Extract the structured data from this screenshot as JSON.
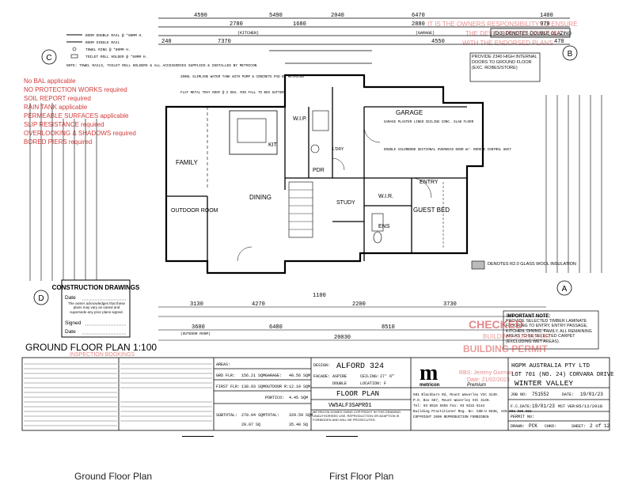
{
  "plan": {
    "title": "GROUND FLOOR PLAN 1:100",
    "inspection_booking": "INSPECTION BOOKINGS",
    "top_dims_row1": [
      "4590",
      "5490",
      "2040",
      "6470",
      "1400"
    ],
    "top_dims_row2": [
      "240",
      "2780",
      "1680",
      "2880",
      "970"
    ],
    "top_dims_row3": [
      "7370",
      "(KITCHEN)",
      "(GARAGE)",
      "4550",
      "470"
    ],
    "bottom_dims": [
      "3130",
      "4270",
      "1100",
      "2200",
      "3730"
    ],
    "bottom_total": "20030",
    "bottom_sub": [
      "3600",
      "6480",
      "8510"
    ],
    "outdoor_room": "(OUTDOOR ROOM)"
  },
  "rooms": {
    "family": "FAMILY",
    "dining": "DINING",
    "kitchen": "KIT.",
    "wip": "W.I.P.",
    "pdr": "PDR",
    "garage": "GARAGE",
    "entry": "ENTRY",
    "study": "STUDY",
    "wir": "W.I.R.",
    "guest_bed": "GUEST BED",
    "ens": "ENS",
    "outdoor": "OUTDOOR ROOM",
    "laundry": "L'DRY"
  },
  "notes": {
    "garage_note": "GARAGE PLASTER LINED CEILING CONC. SLAB FLOOR",
    "door_note": "DOUBLE COLORBOND SECTIONAL OVERHEAD DOOR W/- REMOTE CONTROL UNIT",
    "flat_roof": "FLAT METAL TRAY ROOF @ 2 DEG. MIN FALL TO BOX GUTTER",
    "tank_note": "2000L SLIMLINE WATER TANK WITH PUMP & CONCRETE PAD BY METRICON",
    "towel_legend": [
      "BOOM DOUBLE RAIL @ *00MM H.",
      "BOOM SINGLE RAIL",
      "TOWEL RING @ *00MM H.",
      "TOILET ROLL HOLDER @ *50MM H."
    ],
    "metricon_note": "NOTE: TOWEL RAILS, TOILET ROLL HOLDERS & ALL ACCESSORIES SUPPLIED & INSTALLED BY METRICON",
    "store_note": "PROVIDE 2340 HIGH INTERNAL DOORS TO GROUND FLOOR (EXC. ROBES/STORE)",
    "glazing": "(DG) DENOTES DOUBLE GLAZING",
    "insulation": "DENOTES R2.0 GLASS WOOL INSULATION",
    "important_title": "IMPORTANT NOTE:",
    "important_body": "PROVIDE SELECTED TIMBER LAMINATE FLOORING TO ENTRY, ENTRY PASSAGE, KITCHEN, DINING, FAMILY, ALL REMAINING AREAS TO BE SELECTED CARPET (EXCLUDING WET AREAS)."
  },
  "stamp": {
    "title": "CONSTRUCTION DRAWINGS",
    "date_label": "Date",
    "body": "The owner acknowledges that these plans may vary as varied and supersede any prior plans signed.",
    "signed_label": "Signed",
    "date2_label": "Date"
  },
  "markers": [
    "A",
    "B",
    "C",
    "D"
  ],
  "areas": {
    "header": "AREAS:",
    "rows": [
      {
        "label": "GRD FLR:",
        "v1": "156.21 SQM",
        "label2": "GARAGE:",
        "v2": "40.56 SQM"
      },
      {
        "label": "FIRST FLR:",
        "v1": "138.93 SQM",
        "label2": "OUTDOOR R:",
        "v2": "12.10 SQM"
      },
      {
        "label": "",
        "v1": "",
        "label2": "PORTICO:",
        "v2": "4.45 SQM"
      },
      {
        "label": "SUBTOTAL:",
        "v1": "270.04 SQM",
        "label2": "TOTAL:",
        "v2": "329.59 SQM"
      }
    ],
    "squares": [
      "29.07 SQ",
      "35.48 SQ"
    ]
  },
  "design": {
    "design_label": "DESIGN:",
    "design": "ALFORD 324",
    "facade_label": "FACADE:",
    "facade": "ASPIRE",
    "ceiling_label": "CEILING:",
    "ceiling": "27' 6\"",
    "façade_grade": "DOUBLE",
    "location_label": "LOCATION:",
    "location": "F",
    "sheet_name": "FLOOR PLAN",
    "drawing_no": "VW5ALF3SAPRD1",
    "copyright": "METRICON HOMES OWNS COPYRIGHT IN THIS DRAWING. UNAUTHORISED USE, REPRODUCTION OR ADAPTION IS FORBIDDEN AND WILL BE PROSECUTED."
  },
  "brand": {
    "name": "metricon",
    "tier": "Premium",
    "address1": "501 Blackburn Rd, Mount Waverley VIC 3149.",
    "address2": "P.O. Box 667, Mount Waverley VIC 3149.",
    "phone": "Tel: 03 9816 5555 Fax: 03 9222 6144",
    "builder": "Building Practitioner Reg. No: CDB-U 6838, ACN 006 906 992",
    "copyright": "COPYRIGHT 2009 REPRODUCTION FORBIDDEN"
  },
  "client": {
    "name": "HGPM AUSTRALIA PTY LTD",
    "lot": "LOT 701 (NO. 24) CORVARA DRIVE",
    "estate": "WINTER VALLEY",
    "job_label": "JOB NO:",
    "job_no": "751552",
    "date_label": "DATE:",
    "date": "19/01/23",
    "fc_label": "F.C.DATE:",
    "fc_date": "19/01/23",
    "mst_label": "MST VER:",
    "mst_ver": "05/12/2018",
    "permit_label": "PERMIT No:",
    "drawn_label": "DRAWN:",
    "drawn": "PCK",
    "chkd_label": "CHKD:",
    "chkd": "",
    "sheet_label": "SHEET:",
    "sheet": "2 of 12"
  },
  "watermark": {
    "lines": [
      "No BAL applicable",
      "NO PROTECTION WORKS required",
      "SOIL REPORT required",
      "RAIN TANK applicable",
      "PERMEABLE SURFACES applicable",
      "SLIP RESISTANCE required",
      "OVERLOOKING & SHADOWS required",
      "BORED PIERS required"
    ],
    "top_right": [
      "IT IS THE OWNERS RESPONSIBILITY TO ENSURE",
      "THE DEVELOPMENT COMPLIES",
      "WITH THE ENDORSED PLANS"
    ],
    "checked": "CHECKED",
    "surveyor": "BUILDING SURVEYOR",
    "building": "BUILDING PERMIT",
    "rbs": "RBS: Jeremy Gorman",
    "rbs_date": "Date: 21/02/2023"
  },
  "captions": {
    "ground": "Ground Floor Plan",
    "first": "First Floor Plan"
  }
}
